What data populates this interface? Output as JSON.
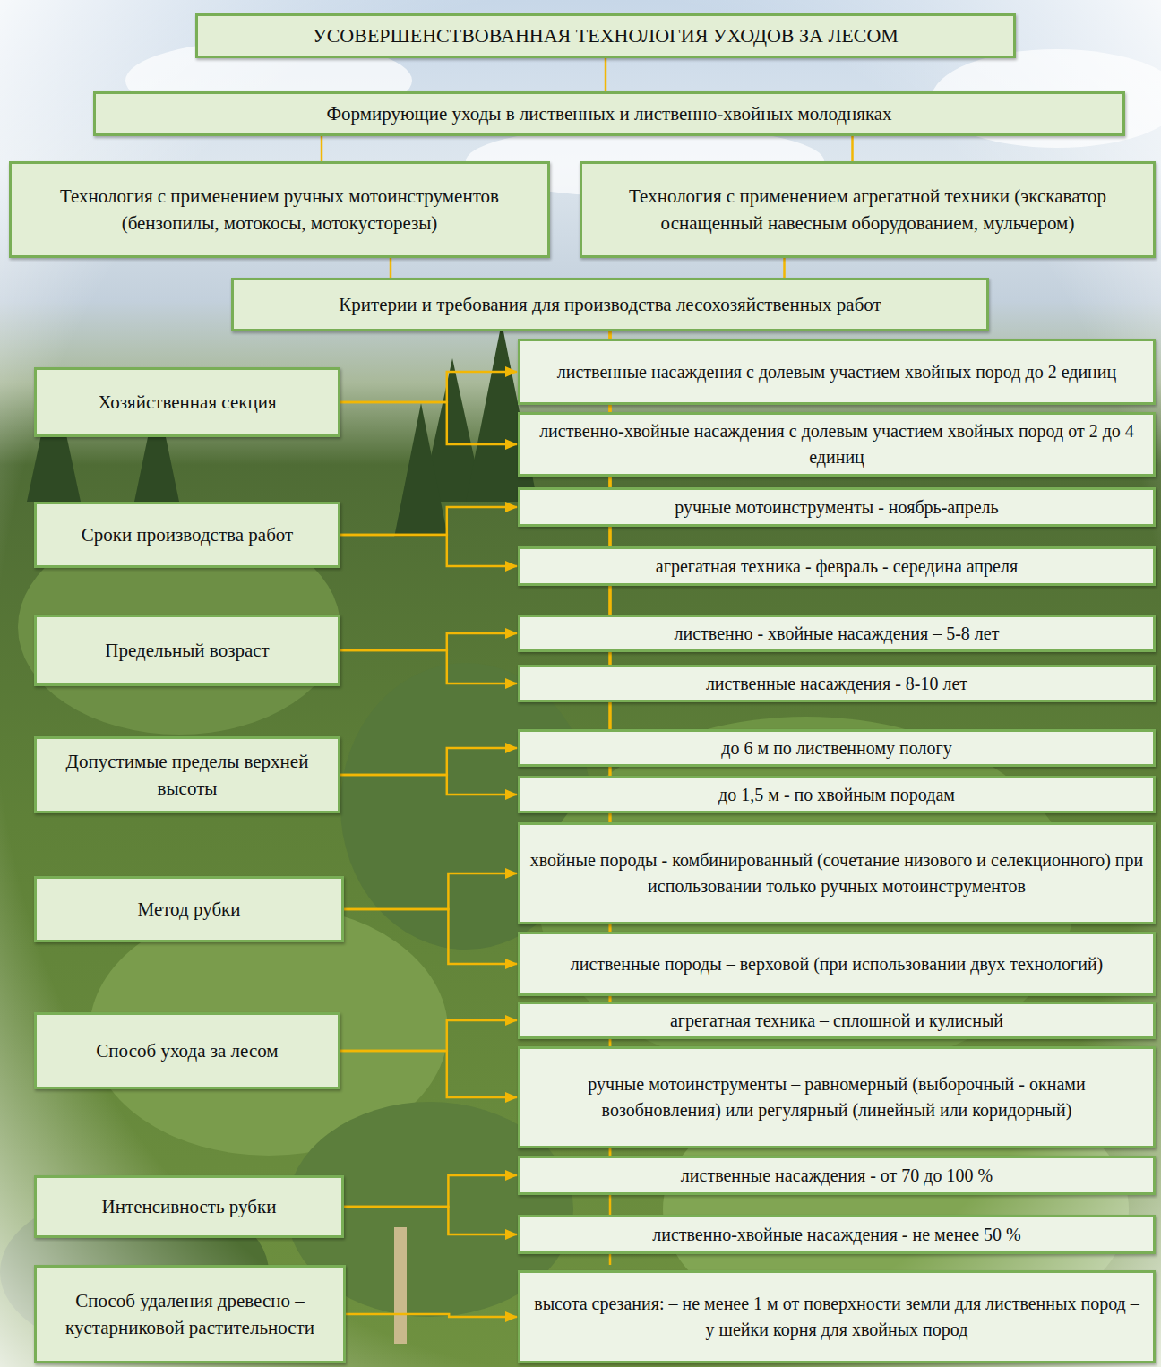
{
  "diagram": {
    "nodes": [
      {
        "text": [
          "УСОВЕРШЕНСТВОВАННАЯ ТЕХНОЛОГИЯ УХОДОВ ЗА ЛЕСОМ"
        ]
      },
      {
        "text": [
          "Формирующие уходы в лиственных и лиственно-хвойных молодняках"
        ]
      },
      {
        "text": [
          "Технология с применением ручных мотоинструментов (бензопилы, мотокосы, мотокусторезы)"
        ]
      },
      {
        "text": [
          "Технология с применением агрегатной техники (экскаватор оснащенный навесным оборудованием, мульчером)"
        ]
      },
      {
        "text": [
          "Критерии и требования для производства лесохозяйственных работ"
        ]
      },
      {
        "text": [
          "Хозяйственная секция"
        ]
      },
      {
        "text": [
          "лиственные насаждения с долевым участием хвойных пород до 2 единиц"
        ]
      },
      {
        "text": [
          "лиственно-хвойные насаждения с долевым участием хвойных пород от 2 до 4 единиц"
        ]
      },
      {
        "text": [
          "Сроки производства работ"
        ]
      },
      {
        "text": [
          "ручные мотоинструменты - ноябрь-апрель"
        ]
      },
      {
        "text": [
          "агрегатная техника - февраль - середина апреля"
        ]
      },
      {
        "text": [
          "Предельный возраст"
        ]
      },
      {
        "text": [
          "лиственно - хвойные насаждения – 5-8 лет"
        ]
      },
      {
        "text": [
          "лиственные насаждения - 8-10 лет"
        ]
      },
      {
        "text": [
          "Допустимые пределы верхней высоты"
        ]
      },
      {
        "text": [
          "до 6 м по лиственному пологу"
        ]
      },
      {
        "text": [
          "до 1,5 м - по хвойным породам"
        ]
      },
      {
        "text": [
          "Метод рубки"
        ]
      },
      {
        "text": [
          "хвойные породы - комбинированный (сочетание низового и селекционного) при использовании только ручных мотоинструментов"
        ]
      },
      {
        "text": [
          "лиственные породы – верховой (при использовании двух технологий)"
        ]
      },
      {
        "text": [
          "Способ ухода за лесом"
        ]
      },
      {
        "text": [
          "агрегатная техника – сплошной и кулисный"
        ]
      },
      {
        "text": [
          "ручные мотоинструменты – равномерный (выборочный - окнами возобновления) или регулярный (линейный или коридорный)"
        ]
      },
      {
        "text": [
          "Интенсивность рубки"
        ]
      },
      {
        "text": [
          "лиственные насаждения - от 70 до 100 %"
        ]
      },
      {
        "text": [
          "лиственно-хвойные насаждения - не менее 50 %"
        ]
      },
      {
        "text": [
          "Способ удаления древесно – кустарниковой растительности"
        ]
      },
      {
        "text": [
          "высота срезания: – не менее 1 м от поверхности земли для лиственных пород – у шейки корня для хвойных пород"
        ]
      }
    ],
    "edges": [
      {
        "from": 0,
        "to": 1,
        "arrow": "none"
      },
      {
        "from": 1,
        "to": 2,
        "arrow": "none"
      },
      {
        "from": 1,
        "to": 3,
        "arrow": "none"
      },
      {
        "from": 2,
        "to": 4,
        "arrow": "none"
      },
      {
        "from": 3,
        "to": 4,
        "arrow": "none"
      },
      {
        "from": 4,
        "to": 5,
        "arrow": "none"
      },
      {
        "from": 4,
        "to": 8,
        "arrow": "none"
      },
      {
        "from": 4,
        "to": 11,
        "arrow": "none"
      },
      {
        "from": 4,
        "to": 14,
        "arrow": "none"
      },
      {
        "from": 4,
        "to": 17,
        "arrow": "none"
      },
      {
        "from": 4,
        "to": 20,
        "arrow": "none"
      },
      {
        "from": 4,
        "to": 23,
        "arrow": "none"
      },
      {
        "from": 4,
        "to": 26,
        "arrow": "none"
      },
      {
        "from": 5,
        "to": 6,
        "arrow": "to"
      },
      {
        "from": 5,
        "to": 7,
        "arrow": "to"
      },
      {
        "from": 8,
        "to": 9,
        "arrow": "to"
      },
      {
        "from": 8,
        "to": 10,
        "arrow": "to"
      },
      {
        "from": 11,
        "to": 12,
        "arrow": "to"
      },
      {
        "from": 11,
        "to": 13,
        "arrow": "to"
      },
      {
        "from": 14,
        "to": 15,
        "arrow": "to"
      },
      {
        "from": 14,
        "to": 16,
        "arrow": "to"
      },
      {
        "from": 17,
        "to": 18,
        "arrow": "to"
      },
      {
        "from": 17,
        "to": 19,
        "arrow": "to"
      },
      {
        "from": 20,
        "to": 21,
        "arrow": "to"
      },
      {
        "from": 20,
        "to": 22,
        "arrow": "to"
      },
      {
        "from": 23,
        "to": 24,
        "arrow": "to"
      },
      {
        "from": 23,
        "to": 25,
        "arrow": "to"
      },
      {
        "from": 26,
        "to": 27,
        "arrow": "to"
      }
    ]
  }
}
